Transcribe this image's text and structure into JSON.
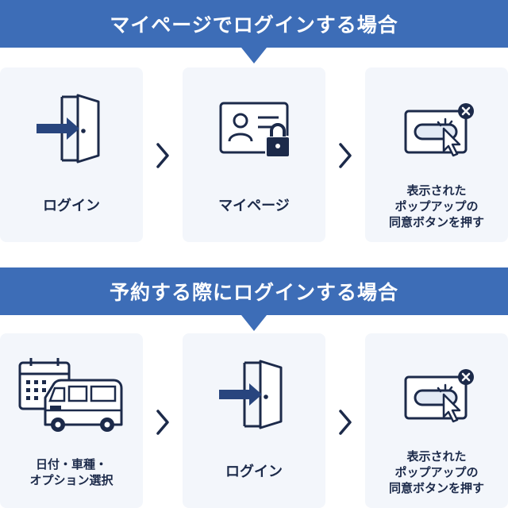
{
  "sections": [
    {
      "title": "マイページでログインする場合",
      "steps": [
        {
          "label": "ログイン",
          "icon": "login-door-icon"
        },
        {
          "label": "マイページ",
          "icon": "id-card-lock-icon"
        },
        {
          "label": "表示された\nポップアップの\n同意ボタンを押す",
          "icon": "popup-click-icon"
        }
      ]
    },
    {
      "title": "予約する際にログインする場合",
      "steps": [
        {
          "label": "日付・車種・\nオプション選択",
          "icon": "calendar-car-icon"
        },
        {
          "label": "ログイン",
          "icon": "login-door-icon"
        },
        {
          "label": "表示された\nポップアップの\n同意ボタンを押す",
          "icon": "popup-click-icon"
        }
      ]
    }
  ],
  "colors": {
    "banner": "#3d6db7",
    "card": "#f3f6fb",
    "navy": "#1c2a4a",
    "arrow_fill": "#28457e"
  }
}
